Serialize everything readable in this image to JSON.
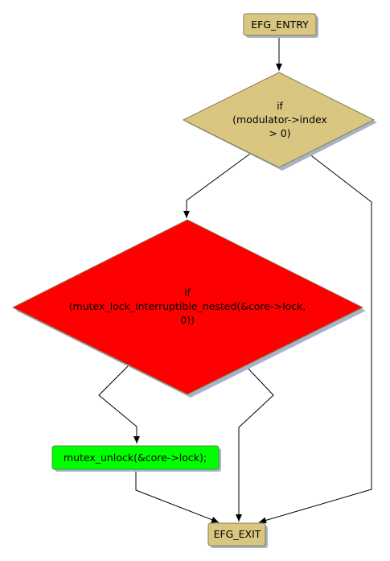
{
  "colors": {
    "terminal": "#d9c680",
    "decision_default": "#d9c680",
    "decision_error": "#ff0000",
    "action": "#00ff00",
    "edge": "#000000",
    "shadow": "#a6b4c8"
  },
  "nodes": {
    "entry": {
      "label": "EFG_ENTRY"
    },
    "decision_index": {
      "lines": [
        "if",
        "(modulator->index",
        "> 0)"
      ]
    },
    "decision_lock": {
      "lines": [
        "if",
        "(mutex_lock_interruptible_nested(&core->lock,",
        "0))"
      ]
    },
    "unlock": {
      "label": "mutex_unlock(&core->lock);"
    },
    "exit": {
      "label": "EFG_EXIT"
    }
  }
}
